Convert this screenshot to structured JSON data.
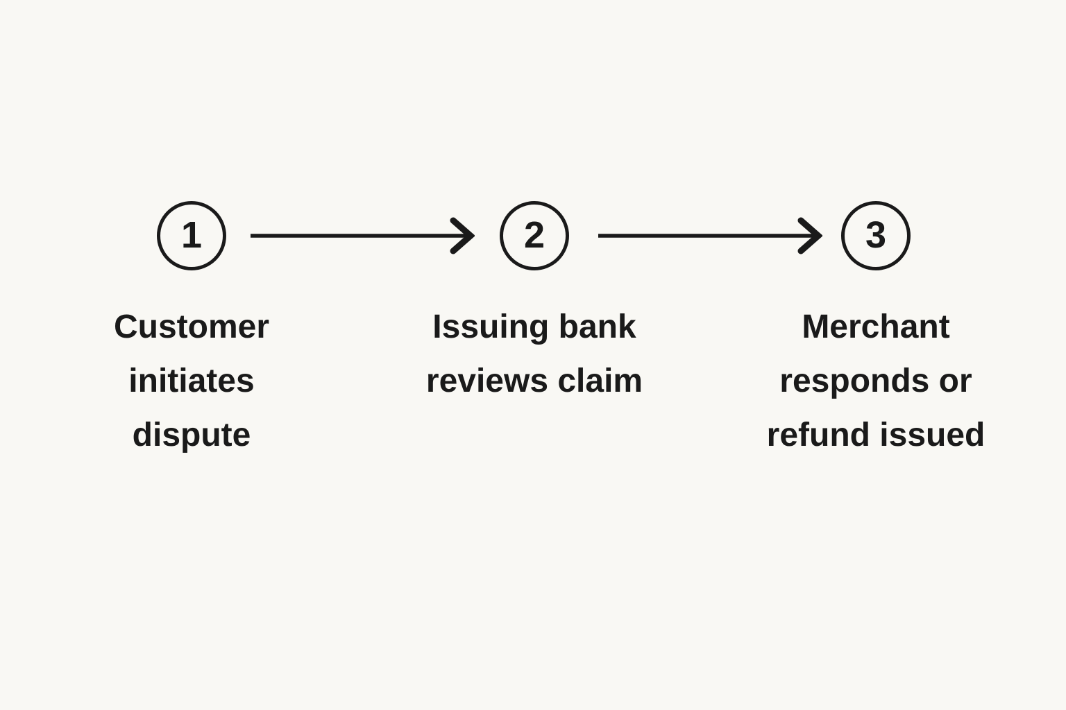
{
  "diagram": {
    "title": "dispute-process-flow",
    "background_color": "#f9f8f4",
    "ink_color": "#1a1a1a",
    "steps": [
      {
        "number": "1",
        "label": "Customer initiates dispute",
        "lines": [
          "Customer",
          "initiates",
          "dispute"
        ]
      },
      {
        "number": "2",
        "label": "Issuing bank reviews claim",
        "lines": [
          "Issuing bank",
          "reviews claim"
        ]
      },
      {
        "number": "3",
        "label": "Merchant responds or refund issued",
        "lines": [
          "Merchant",
          "responds or",
          "refund issued"
        ]
      }
    ],
    "arrows": [
      {
        "from": "1",
        "to": "2"
      },
      {
        "from": "2",
        "to": "3"
      }
    ]
  }
}
